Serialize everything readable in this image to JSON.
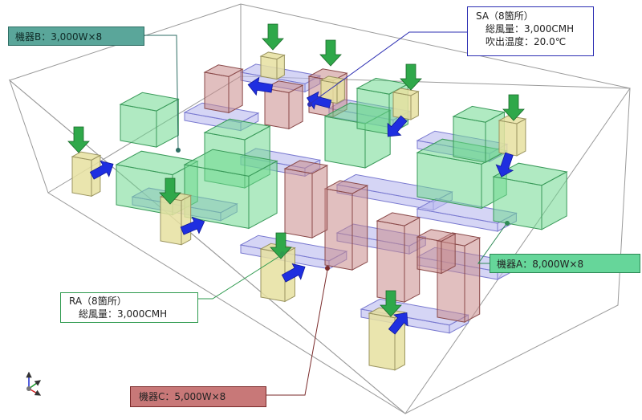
{
  "labels": {
    "equipment_b": "機器B：3,000W×8",
    "sa_title": "SA（8箇所）",
    "sa_flow": "総風量：3,000CMH",
    "sa_temp": "吹出温度：20.0℃",
    "equipment_a": "機器A：8,000W×8",
    "ra_title": "RA（8箇所）",
    "ra_flow": "総風量：3,000CMH",
    "equipment_c": "機器C：5,000W×8"
  },
  "colors": {
    "equipment_a_fill": "#6fd98f",
    "equipment_b_fill": "#5aa69a",
    "equipment_c_fill": "#c98b8b",
    "duct_fill": "#b9b9ee",
    "unit_fill": "#e6e0a0",
    "sa_arrow": "#1f2fe0",
    "ra_arrow": "#2fa84a"
  },
  "axis_triad_icons": [
    "z-axis-blue",
    "y-axis-green",
    "x-axis-red"
  ]
}
